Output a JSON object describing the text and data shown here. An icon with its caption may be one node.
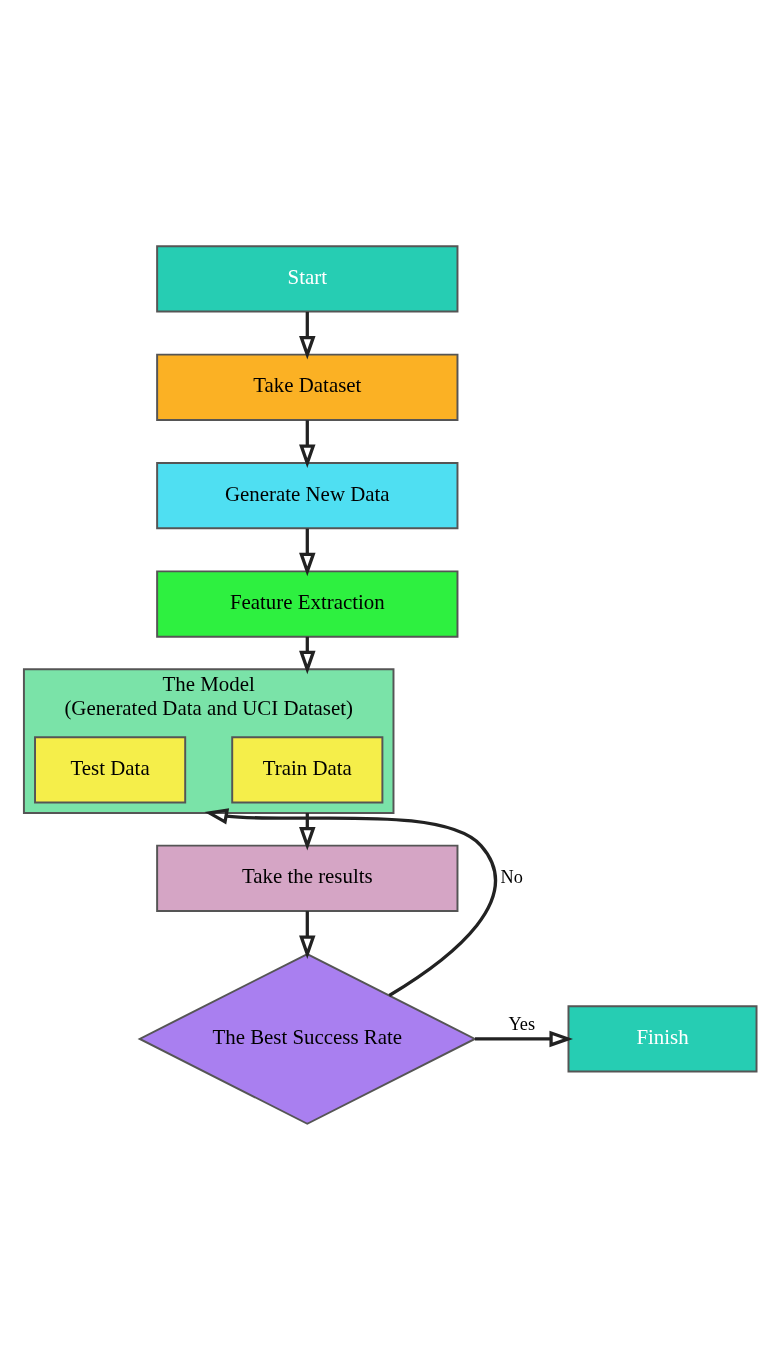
{
  "diagram": {
    "nodes": [
      {
        "text": [
          "Start"
        ]
      },
      {
        "text": [
          "Take Dataset"
        ]
      },
      {
        "text": [
          "Generate New Data"
        ]
      },
      {
        "text": [
          "Feature Extraction"
        ]
      },
      {
        "text": [
          "The Model",
          "(Generated Data and UCI Dataset)"
        ]
      },
      {
        "text": [
          "Train Data"
        ],
        "in": 4
      },
      {
        "text": [
          "Test Data"
        ],
        "in": 4
      },
      {
        "text": [
          "Take the results"
        ]
      },
      {
        "text": [
          "The Best Success Rate"
        ]
      },
      {
        "text": [
          "Finish"
        ]
      }
    ],
    "edges": [
      {
        "from": 0,
        "to": 1,
        "arrow": "to"
      },
      {
        "from": 1,
        "to": 2,
        "arrow": "to"
      },
      {
        "from": 2,
        "to": 3,
        "arrow": "to"
      },
      {
        "from": 3,
        "to": 4,
        "arrow": "to"
      },
      {
        "from": 4,
        "to": 7,
        "arrow": "to"
      },
      {
        "from": 7,
        "to": 8,
        "arrow": "to"
      },
      {
        "from": 8,
        "to": 9,
        "label": "Yes",
        "arrow": "to"
      },
      {
        "from": 8,
        "to": 4,
        "label": "No",
        "arrow": "to"
      }
    ]
  }
}
